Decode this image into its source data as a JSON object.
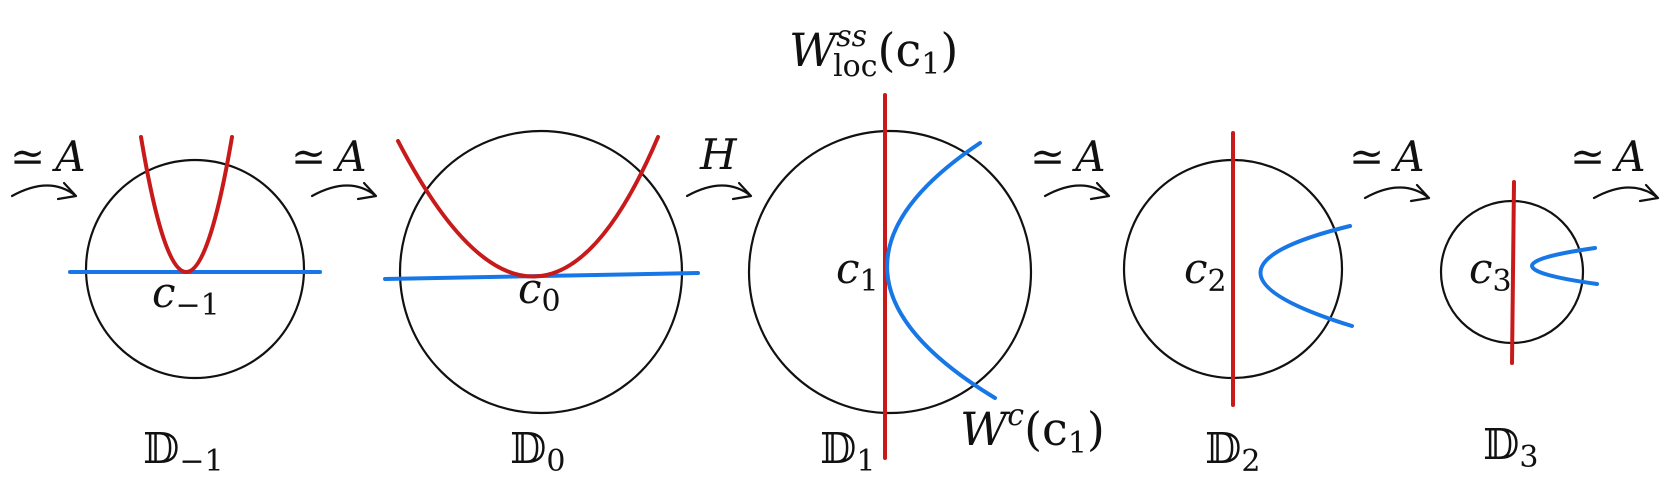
{
  "colors": {
    "circle": "#111111",
    "curve_red": "#c81a1a",
    "curve_blue": "#1777e6"
  },
  "disks": [
    {
      "name": "D-1",
      "bb": "𝔻",
      "sub": "−1",
      "center": "c",
      "center_sub": "−1"
    },
    {
      "name": "D0",
      "bb": "𝔻",
      "sub": "0",
      "center": "c",
      "center_sub": "0"
    },
    {
      "name": "D1",
      "bb": "𝔻",
      "sub": "1",
      "center": "c",
      "center_sub": "1"
    },
    {
      "name": "D2",
      "bb": "𝔻",
      "sub": "2",
      "center": "c",
      "center_sub": "2"
    },
    {
      "name": "D3",
      "bb": "𝔻",
      "sub": "3",
      "center": "c",
      "center_sub": "3"
    }
  ],
  "maps": [
    {
      "sym": "≃",
      "letter": "A"
    },
    {
      "sym": "≃",
      "letter": "A"
    },
    {
      "sym": "",
      "letter": "H"
    },
    {
      "sym": "≃",
      "letter": "A"
    },
    {
      "sym": "≃",
      "letter": "A"
    },
    {
      "sym": "≃",
      "letter": "A"
    }
  ],
  "stable_manifold": {
    "W": "W",
    "sup": "ss",
    "sub": "loc",
    "arg": "(c",
    "arg_sub": "1",
    "close": ")"
  },
  "center_manifold": {
    "W": "W",
    "sup": "c",
    "arg": "(c",
    "arg_sub": "1",
    "close": ")"
  }
}
